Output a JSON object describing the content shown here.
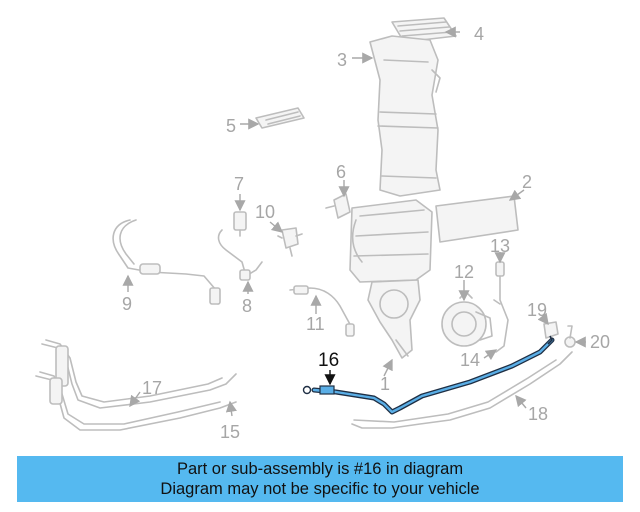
{
  "diagram": {
    "callouts": {
      "c1": "1",
      "c2": "2",
      "c3": "3",
      "c4": "4",
      "c5": "5",
      "c6": "6",
      "c7": "7",
      "c8": "8",
      "c9": "9",
      "c10": "10",
      "c11": "11",
      "c12": "12",
      "c13": "13",
      "c14": "14",
      "c15": "15",
      "c16": "16",
      "c17": "17",
      "c18": "18",
      "c19": "19",
      "c20": "20"
    },
    "highlighted_part": "16",
    "highlight_color": "#5aaee6"
  },
  "banner": {
    "line1": "Part or sub-assembly is #16 in diagram",
    "line2": "Diagram may not be specific to your vehicle",
    "background": "#55b9f0"
  }
}
